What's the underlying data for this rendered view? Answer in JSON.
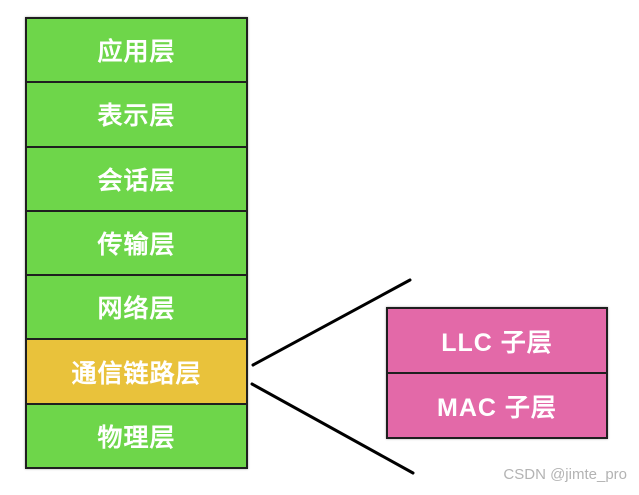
{
  "colors": {
    "layer-green": "#6ed64a",
    "layer-orange": "#e9c23b",
    "sublayer-pink": "#e369a8",
    "box-border": "#1f1f1f",
    "line-black": "#000000",
    "label-text": "#ffffff",
    "watermark-gray": "#b3b3b3"
  },
  "osi_stack": {
    "layers": [
      {
        "label": "应用层",
        "color": "green"
      },
      {
        "label": "表示层",
        "color": "green"
      },
      {
        "label": "会话层",
        "color": "green"
      },
      {
        "label": "传输层",
        "color": "green"
      },
      {
        "label": "网络层",
        "color": "green"
      },
      {
        "label": "通信链路层",
        "color": "orange",
        "highlighted": true
      },
      {
        "label": "物理层",
        "color": "green"
      }
    ]
  },
  "sublayer_stack": {
    "layers": [
      {
        "label": "LLC 子层",
        "color": "pink"
      },
      {
        "label": "MAC 子层",
        "color": "pink"
      }
    ]
  },
  "watermark": {
    "text": "CSDN @jimte_pro"
  }
}
